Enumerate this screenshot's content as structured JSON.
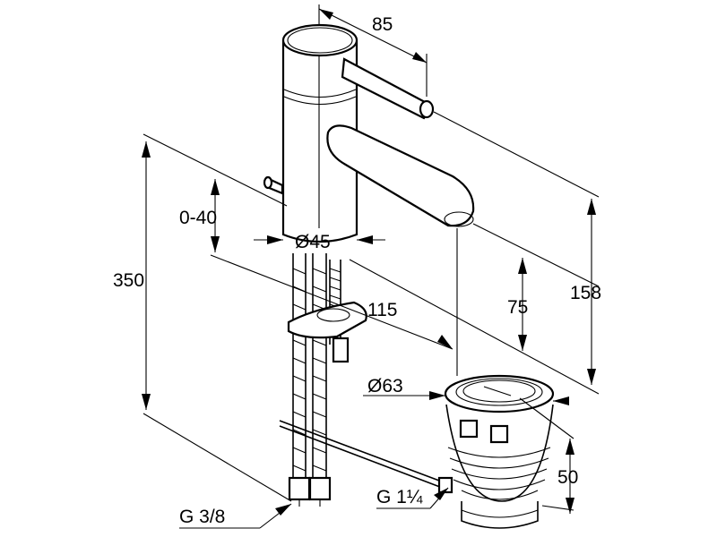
{
  "dimensions": {
    "spout_reach": "85",
    "lift_range": "0-40",
    "body_diameter": "Ø45",
    "total_height": "350",
    "spout_to_drain": "115",
    "spout_height": "75",
    "overall_height": "158",
    "drain_diameter": "Ø63",
    "drain_height": "50",
    "supply_thread": "G 3/8",
    "drain_thread": "G 1¼"
  }
}
